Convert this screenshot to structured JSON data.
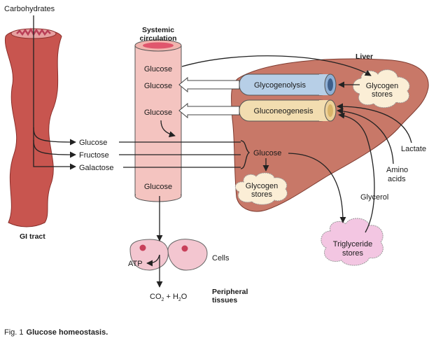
{
  "colors": {
    "gi_tract": "#c8554f",
    "gi_lining": "#b93f57",
    "vessel_fill": "#f4c4c0",
    "liver": "#c87868",
    "glycogenolysis_tube": "#b7cfe7",
    "gluconeogenesis_tube": "#f2ddb0",
    "glycogen_cloud": "#fbeed6",
    "triglyceride_cloud": "#f3c6e2",
    "cells": "#f3c6d0",
    "arrow": "#222222"
  },
  "labels": {
    "carbohydrates": "Carbohydrates",
    "systemic_circulation_line1": "Systemic",
    "systemic_circulation_line2": "circulation",
    "liver": "Liver",
    "gi_tract": "GI tract",
    "vessel_glucose_1": "Glucose",
    "vessel_glucose_2": "Glucose",
    "vessel_glucose_3": "Glucose",
    "vessel_glucose_4": "Glucose",
    "glycogenolysis": "Glycogenolysis",
    "gluconeogenesis": "Gluconeogenesis",
    "liver_glycogen_line1": "Glycogen",
    "liver_glycogen_line2": "stores",
    "glucose_in": "Glucose",
    "fructose_in": "Fructose",
    "galactose_in": "Galactose",
    "liver_glucose": "Glucose",
    "inner_glycogen_line1": "Glycogen",
    "inner_glycogen_line2": "stores",
    "lactate": "Lactate",
    "amino_line1": "Amino",
    "amino_line2": "acids",
    "glycerol": "Glycerol",
    "triglyceride_line1": "Triglyceride",
    "triglyceride_line2": "stores",
    "cells": "Cells",
    "atp": "ATP",
    "co2": "CO",
    "co2_sub": "2",
    "plus_h2o": " + H",
    "h2o_sub": "2",
    "h2o_o": "O",
    "peripheral_line1": "Peripheral",
    "peripheral_line2": "tissues"
  },
  "caption": {
    "fig": "Fig. 1",
    "title": "Glucose homeostasis."
  }
}
